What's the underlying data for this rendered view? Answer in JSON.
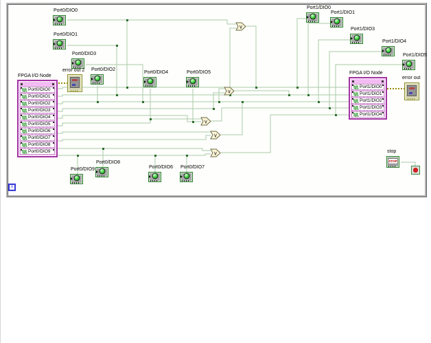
{
  "left_node": {
    "title": "FPGA I/O Node",
    "rows": [
      "Port0/DIO0",
      "Port0/DIO1",
      "Port0/DIO2",
      "Port0/DIO3",
      "Port0/DIO4",
      "Port0/DIO5",
      "Port0/DIO6",
      "Port0/DIO7",
      "Port0/DIO8",
      "Port0/DIO9"
    ]
  },
  "right_node": {
    "title": "FPGA I/O Node",
    "rows": [
      "Port1/DIO0",
      "Port1/DIO1",
      "Port1/DIO2",
      "Port1/DIO3",
      "Port1/DIO4"
    ]
  },
  "terminals": [
    {
      "label": "Port0/DIO0"
    },
    {
      "label": "Port0/DIO1"
    },
    {
      "label": "Port0/DIO3"
    },
    {
      "label": "Port0/DIO2"
    },
    {
      "label": "Port0/DIO4"
    },
    {
      "label": "Port0/DIO5"
    },
    {
      "label": "Port0/DIO9"
    },
    {
      "label": "Port0/DIO8"
    },
    {
      "label": "Port0/DIO6"
    },
    {
      "label": "Port0/DIO7"
    },
    {
      "label": "Port1/DIO0"
    },
    {
      "label": "Port1/DIO1"
    },
    {
      "label": "Port1/DIO3"
    },
    {
      "label": "Port1/DIO4"
    },
    {
      "label": "Port1/DIO5"
    }
  ],
  "error_out_left": {
    "label": "error out 2"
  },
  "error_out_right": {
    "label": "error out"
  },
  "stop": {
    "label": "stop",
    "button_text": "STOP"
  },
  "loop": {
    "iteration_label": "i"
  },
  "icons": {
    "or_symbol": "∨"
  },
  "colors": {
    "wire_green": "#a9cba9",
    "junction_green": "#2f6f2f",
    "node_pink": "#f2bcf2",
    "node_border": "#a232a2",
    "error_wire": "#9c8a00",
    "led_green": "#35cc35"
  }
}
